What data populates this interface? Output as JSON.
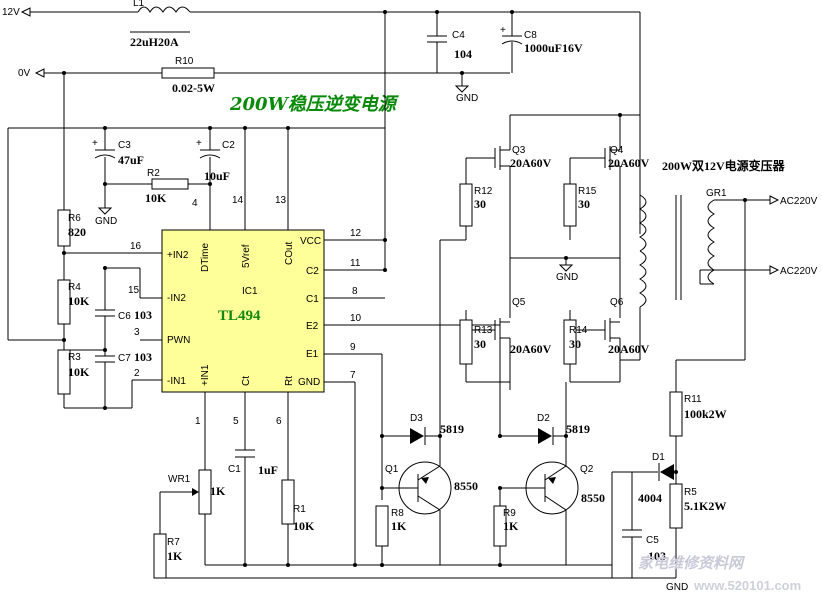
{
  "title": "200W稳压逆变电源",
  "rails": {
    "v12": "12V",
    "v0": "0V"
  },
  "ic": {
    "ref": "IC1",
    "part": "TL494",
    "pins_left": [
      {
        "name": "+IN2",
        "num": "16"
      },
      {
        "name": "-IN2",
        "num": "15"
      },
      {
        "name": "PWN",
        "num": "3"
      },
      {
        "name": "-IN1",
        "num": "2"
      }
    ],
    "pins_top": [
      {
        "name": "DTime",
        "num": "4"
      },
      {
        "name": "5Vref",
        "num": "14"
      },
      {
        "name": "COut",
        "num": "13"
      }
    ],
    "pins_right": [
      {
        "name": "VCC",
        "num": "12"
      },
      {
        "name": "C2",
        "num": "11"
      },
      {
        "name": "C1",
        "num": "8"
      },
      {
        "name": "E2",
        "num": "10"
      },
      {
        "name": "E1",
        "num": "9"
      },
      {
        "name": "GND",
        "num": "7"
      }
    ],
    "pins_bottom": [
      {
        "name": "+IN1",
        "num": "1"
      },
      {
        "name": "Ct",
        "num": "5"
      },
      {
        "name": "Rt",
        "num": "6"
      }
    ]
  },
  "components": {
    "L1": {
      "ref": "L1",
      "value": "22uH20A"
    },
    "R10": {
      "ref": "R10",
      "value": "0.02-5W"
    },
    "C4": {
      "ref": "C4",
      "value": "104"
    },
    "C8": {
      "ref": "C8",
      "value": "1000uF16V"
    },
    "C3": {
      "ref": "C3",
      "value": "47uF"
    },
    "C2": {
      "ref": "C2",
      "value": "10uF"
    },
    "R2": {
      "ref": "R2",
      "value": "10K"
    },
    "R6": {
      "ref": "R6",
      "value": "820"
    },
    "R4": {
      "ref": "R4",
      "value": "10K"
    },
    "R3": {
      "ref": "R3",
      "value": "10K"
    },
    "C6": {
      "ref": "C6",
      "value": "103"
    },
    "C7": {
      "ref": "C7",
      "value": "103"
    },
    "C1": {
      "ref": "C1",
      "value": "1uF"
    },
    "R1": {
      "ref": "R1",
      "value": "10K"
    },
    "WR1": {
      "ref": "WR1",
      "value": "1K"
    },
    "R7": {
      "ref": "R7",
      "value": "1K"
    },
    "Q3": {
      "ref": "Q3",
      "value": "20A60V"
    },
    "Q4": {
      "ref": "Q4",
      "value": "20A60V"
    },
    "Q5": {
      "ref": "Q5",
      "value": "20A60V"
    },
    "Q6": {
      "ref": "Q6",
      "value": "20A60V"
    },
    "R12": {
      "ref": "R12",
      "value": "30"
    },
    "R15": {
      "ref": "R15",
      "value": "30"
    },
    "R13": {
      "ref": "R13",
      "value": "30"
    },
    "R14": {
      "ref": "R14",
      "value": "30"
    },
    "D3": {
      "ref": "D3",
      "value": "5819"
    },
    "D2": {
      "ref": "D2",
      "value": "5819"
    },
    "Q1": {
      "ref": "Q1",
      "value": "8550"
    },
    "Q2": {
      "ref": "Q2",
      "value": "8550"
    },
    "R8": {
      "ref": "R8",
      "value": "1K"
    },
    "R9": {
      "ref": "R9",
      "value": "1K"
    },
    "R11": {
      "ref": "R11",
      "value": "100k2W"
    },
    "D1": {
      "ref": "D1",
      "value": "4004"
    },
    "R5": {
      "ref": "R5",
      "value": "5.1K2W"
    },
    "C5": {
      "ref": "C5",
      "value": "103"
    },
    "GR1": {
      "ref": "GR1",
      "value": "200W双12V电源变压器"
    }
  },
  "gnd_label": "GND",
  "outputs": {
    "ac1": "AC220V",
    "ac2": "AC220V"
  },
  "watermark": {
    "cn": "家电维修资料网",
    "url": "www.520101.com"
  }
}
